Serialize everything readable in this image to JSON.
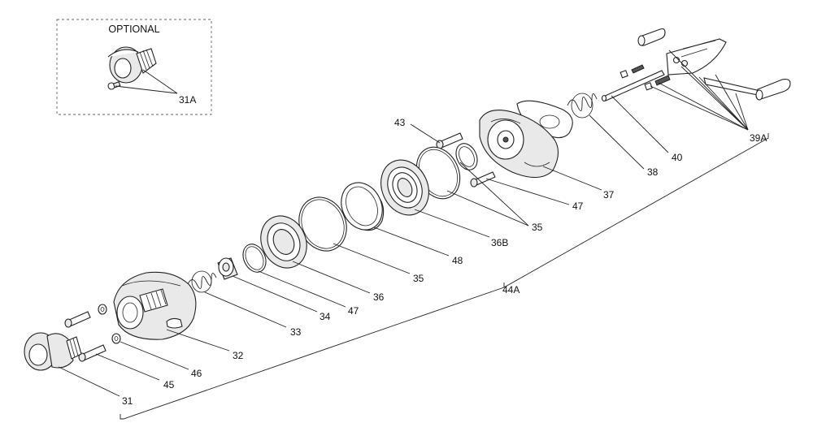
{
  "optional_box": {
    "title": "OPTIONAL"
  },
  "labels": {
    "l31a": "31A",
    "l39a": "39A",
    "l40": "40",
    "l38": "38",
    "l43": "43",
    "l37": "37",
    "l47a": "47",
    "l35a": "35",
    "l36b": "36B",
    "l48": "48",
    "l35b": "35",
    "l36": "36",
    "l44a": "44A",
    "l47b": "47",
    "l34": "34",
    "l33": "33",
    "l32": "32",
    "l46": "46",
    "l45": "45",
    "l31": "31"
  }
}
